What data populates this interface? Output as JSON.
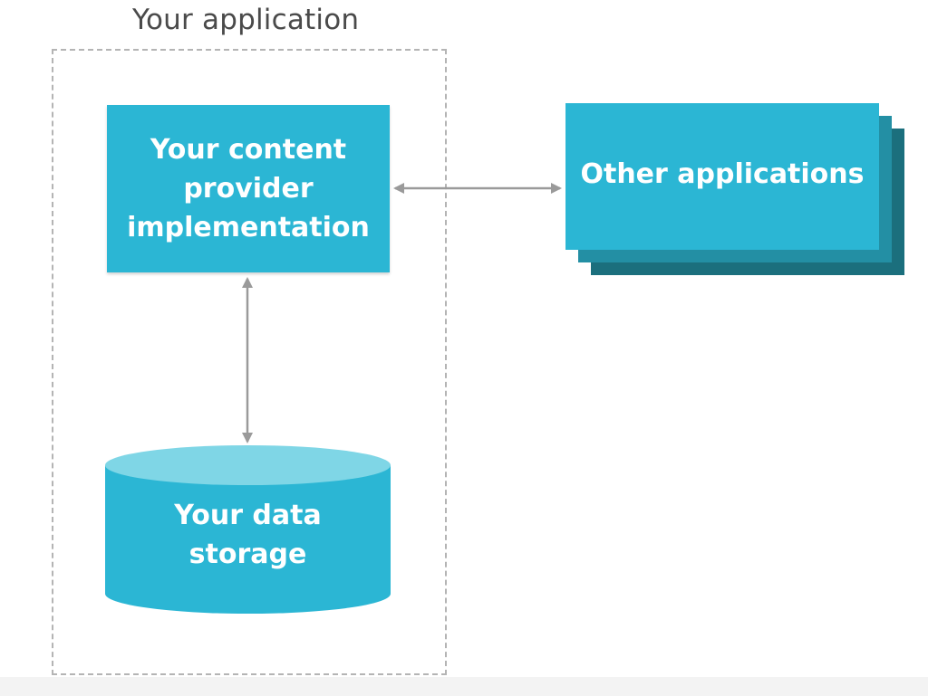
{
  "diagram": {
    "container_title": "Your application",
    "provider": {
      "label_line1": "Your content",
      "label_line2": "provider",
      "label_line3": "implementation"
    },
    "storage": {
      "label_line1": "Your data",
      "label_line2": "storage"
    },
    "other_apps": {
      "label": "Other applications"
    },
    "edges": [
      {
        "from": "provider",
        "to": "other_apps",
        "type": "bidirectional"
      },
      {
        "from": "provider",
        "to": "storage",
        "type": "bidirectional"
      }
    ]
  },
  "colors": {
    "box_fill": "#2bb6d4",
    "box_shadow_mid": "#238fa4",
    "box_shadow_dark": "#1b6f7d",
    "cylinder_top": "#7fd6e6",
    "arrow": "#9a9a9a",
    "boundary": "#b4b4b4",
    "title_text": "#4a4a4a"
  }
}
